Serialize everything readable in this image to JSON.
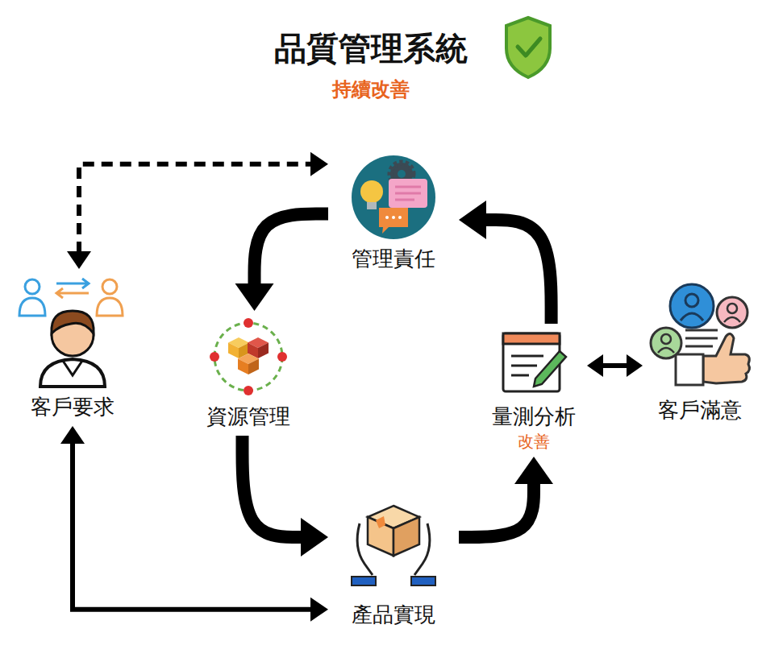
{
  "diagram": {
    "title": "品質管理系統",
    "nodes": [
      {
        "text": [
          "管理責任"
        ]
      },
      {
        "text": [
          "客戶要求"
        ]
      },
      {
        "text": [
          "資源管理"
        ]
      },
      {
        "text": [
          "量測分析",
          "改善"
        ]
      },
      {
        "text": [
          "客戶滿意"
        ]
      },
      {
        "text": [
          "產品實現"
        ]
      }
    ],
    "edges": [
      {
        "from": 0,
        "to": 2,
        "arrow": "to"
      },
      {
        "from": 2,
        "to": 5,
        "arrow": "to"
      },
      {
        "from": 5,
        "to": 3,
        "arrow": "to"
      },
      {
        "from": 3,
        "to": 0,
        "arrow": "to"
      },
      {
        "from": 3,
        "to": 4,
        "arrow": "both"
      },
      {
        "from": 1,
        "to": 0,
        "arrow": "both"
      },
      {
        "from": 1,
        "to": 5,
        "arrow": "both"
      }
    ],
    "labels": [
      "持續改善"
    ]
  }
}
